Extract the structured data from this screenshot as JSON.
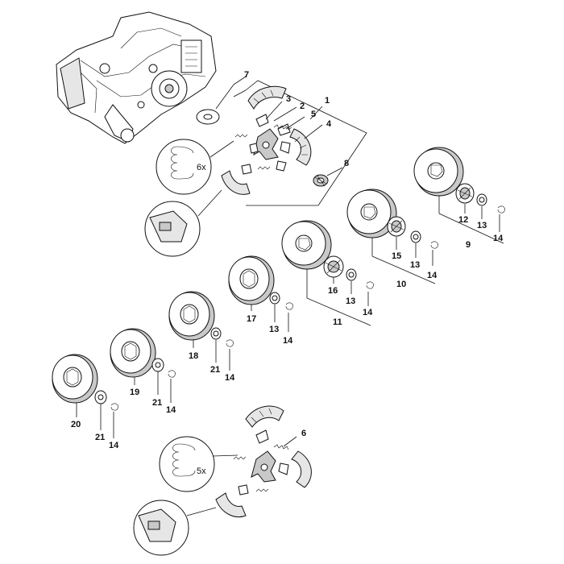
{
  "diagram": {
    "callouts": {
      "c1": "1",
      "c2": "2",
      "c3": "3",
      "c4": "4",
      "c5": "5",
      "c6": "6",
      "c7": "7",
      "c8": "8",
      "c9": "9",
      "c10": "10",
      "c11": "11",
      "c12": "12",
      "c13a": "13",
      "c14a": "14",
      "c15": "15",
      "c13b": "13",
      "c14b": "14",
      "c16": "16",
      "c13c": "13",
      "c14c": "14",
      "c17": "17",
      "c13d": "13",
      "c14d": "14",
      "c18": "18",
      "c21a": "21",
      "c14e": "14",
      "c19": "19",
      "c21b": "21",
      "c14f": "14",
      "c20": "20",
      "c21c": "21",
      "c14g": "14"
    },
    "detail_top": {
      "spring_qty": "6x"
    },
    "detail_bottom": {
      "spring_qty": "5x"
    }
  }
}
